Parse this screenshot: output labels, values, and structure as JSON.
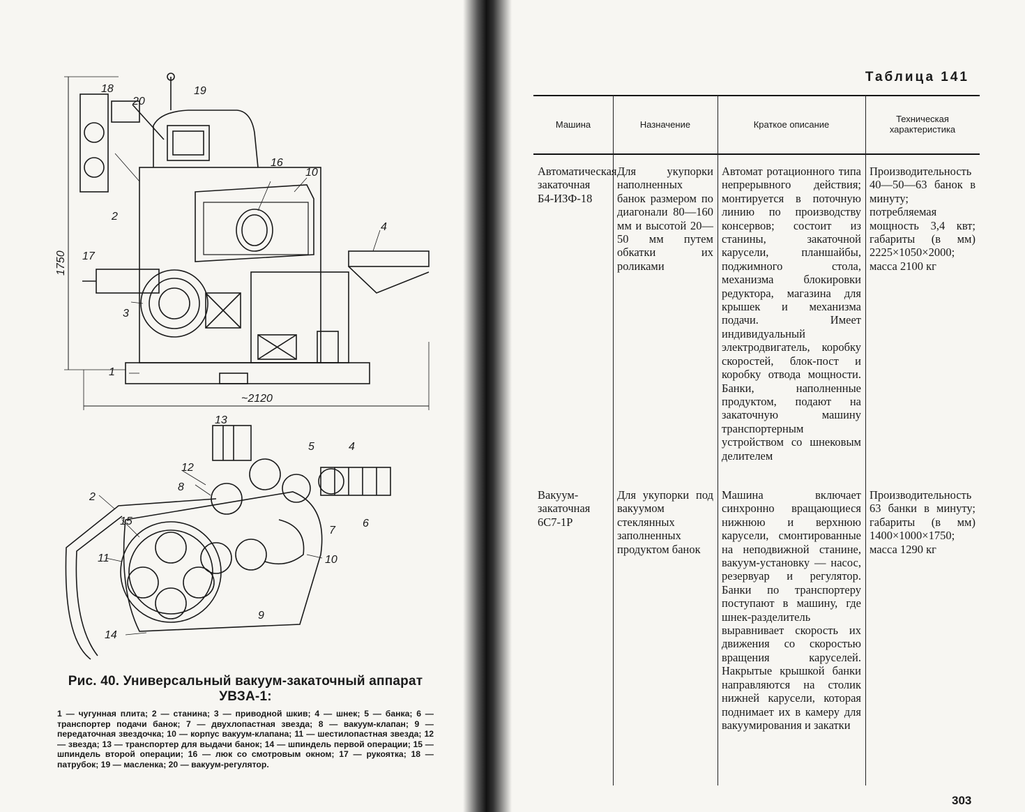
{
  "figure": {
    "top_labels": [
      "18",
      "20",
      "19",
      "16",
      "10",
      "2",
      "4",
      "17",
      "3",
      "1"
    ],
    "dim_height": "1750",
    "dim_width": "~2120",
    "bottom_labels": [
      "13",
      "5",
      "4",
      "12",
      "8",
      "2",
      "15",
      "7",
      "11",
      "10",
      "6",
      "9",
      "14"
    ],
    "caption_title": "Рис. 40. Универсальный вакуум-закаточный аппарат УВЗА-1:",
    "caption_legend": "1 — чугунная плита; 2 — станина; 3 — приводной шкив; 4 — шнек; 5 — банка; 6 — транспортер подачи банок; 7 — двухлопастная звезда; 8 — вакуум-клапан; 9 — передаточная звездочка; 10 — корпус вакуум-клапана; 11 — шестилопастная звезда; 12 — звезда; 13 — транспортер для выдачи банок; 14 — шпиндель первой операции; 15 — шпиндель второй операции; 16 — люк со смотровым окном; 17 — рукоятка; 18 — патрубок; 19 — масленка; 20 — вакуум-регулятор."
  },
  "table": {
    "caption": "Таблица 141",
    "headers": [
      "Машина",
      "Назначение",
      "Краткое описание",
      "Техническая характеристика"
    ],
    "rows": [
      {
        "machine": "Автоматическая закаточная Б4-ИЗФ-18",
        "purpose": "Для укупорки наполненных банок размером по диагонали 80—160 мм и высотой 20—50 мм путем обкатки их роликами",
        "description": "Автомат ротационного типа непрерывного действия; монтируется в поточную линию по производству консервов; состоит из станины, закаточной карусели, планшайбы, поджимного стола, механизма блокировки редуктора, магазина для крышек и механизма подачи. Имеет индивидуальный электродвигатель, коробку скоростей, блок-пост и коробку отвода мощности. Банки, наполненные продуктом, подают на закаточную машину транспортерным устройством со шнековым делителем",
        "specs": "Производительность 40—50—63 банок в минуту; потребляемая мощность 3,4 квт; габариты (в мм) 2225×1050×2000; масса 2100 кг"
      },
      {
        "machine": "Вакуум-закаточная 6С7-1Р",
        "purpose": "Для укупорки под вакуумом стеклянных заполненных продуктом банок",
        "description": "Машина включает синхронно вращающиеся нижнюю и верхнюю карусели, смонтированные на неподвижной станине, вакуум-установку — насос, резервуар и регулятор. Банки по транспортеру поступают в машину, где шнек-разделитель выравнивает скорость их движения со скоростью вращения каруселей. Накрытые крышкой банки направляются на столик нижней карусели, которая поднимает их в камеру для вакуумирования и закатки",
        "specs": "Производительность 63 банки в минуту; габариты (в мм) 1400×1000×1750; масса 1290 кг"
      }
    ]
  },
  "page_number": "303"
}
